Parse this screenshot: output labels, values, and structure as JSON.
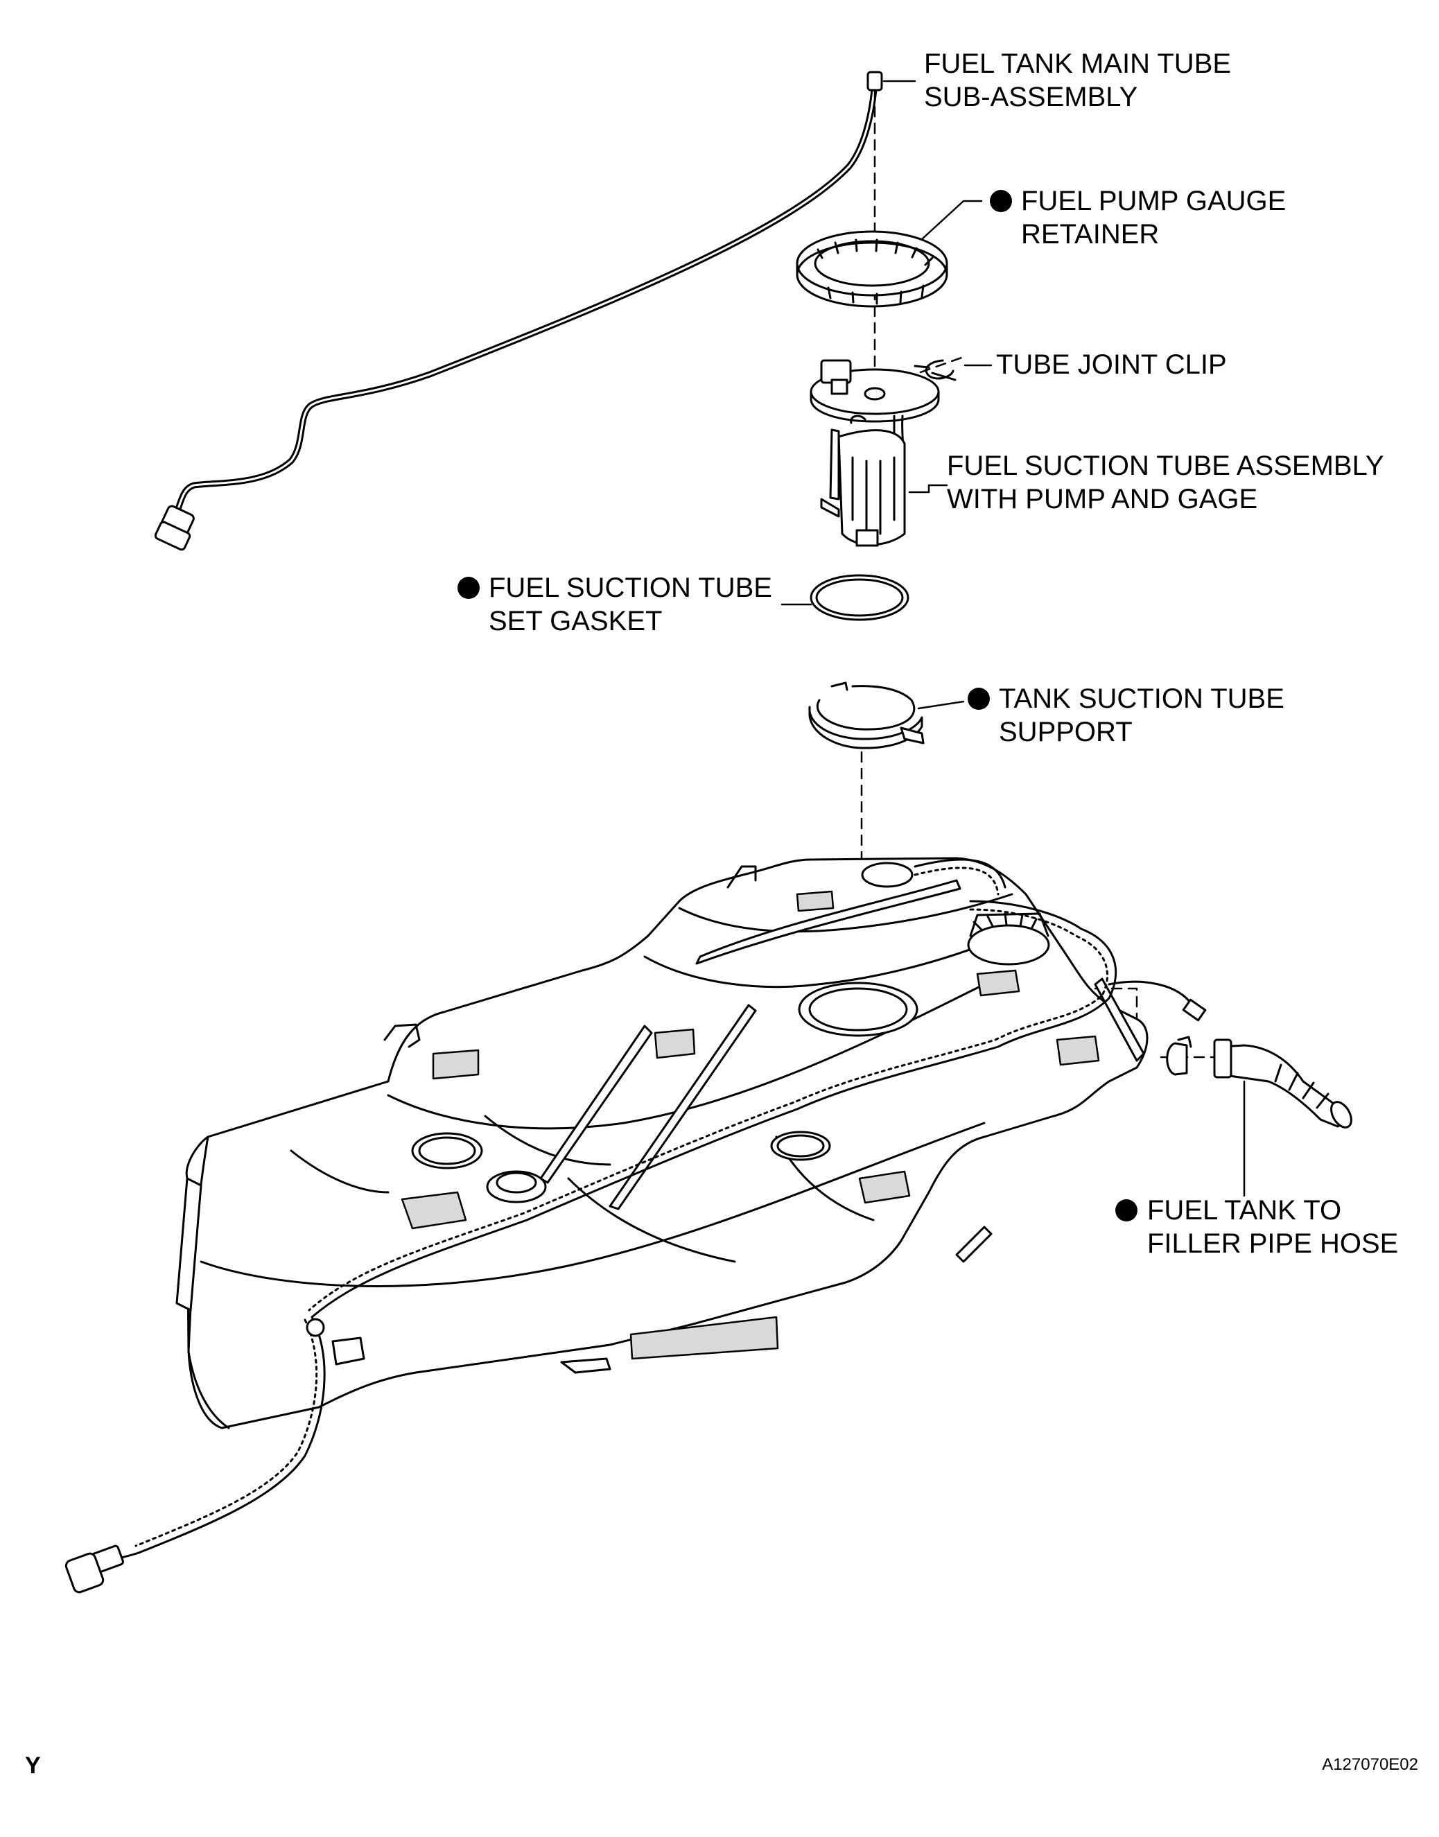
{
  "labels": {
    "main_tube": {
      "line1": "FUEL TANK MAIN TUBE",
      "line2": "SUB-ASSEMBLY",
      "marked": false
    },
    "gauge_retainer": {
      "line1": "FUEL PUMP GAUGE",
      "line2": "RETAINER",
      "marked": true
    },
    "joint_clip": {
      "line1": "TUBE JOINT CLIP",
      "marked": false
    },
    "suction_assembly": {
      "line1": "FUEL SUCTION  TUBE ASSEMBLY",
      "line2": "WITH PUMP AND GAGE",
      "marked": false
    },
    "set_gasket": {
      "line1": "FUEL SUCTION TUBE",
      "line2": "SET GASKET",
      "marked": true
    },
    "tube_support": {
      "line1": "TANK SUCTION TUBE",
      "line2": "SUPPORT",
      "marked": true
    },
    "filler_hose": {
      "line1": "FUEL TANK TO",
      "line2": "FILLER PIPE HOSE",
      "marked": true
    }
  },
  "corner_left": "Y",
  "corner_right": "A127070E02",
  "colors": {
    "ink": "#000000",
    "paper": "#ffffff",
    "pad": "#d9d9d9"
  }
}
